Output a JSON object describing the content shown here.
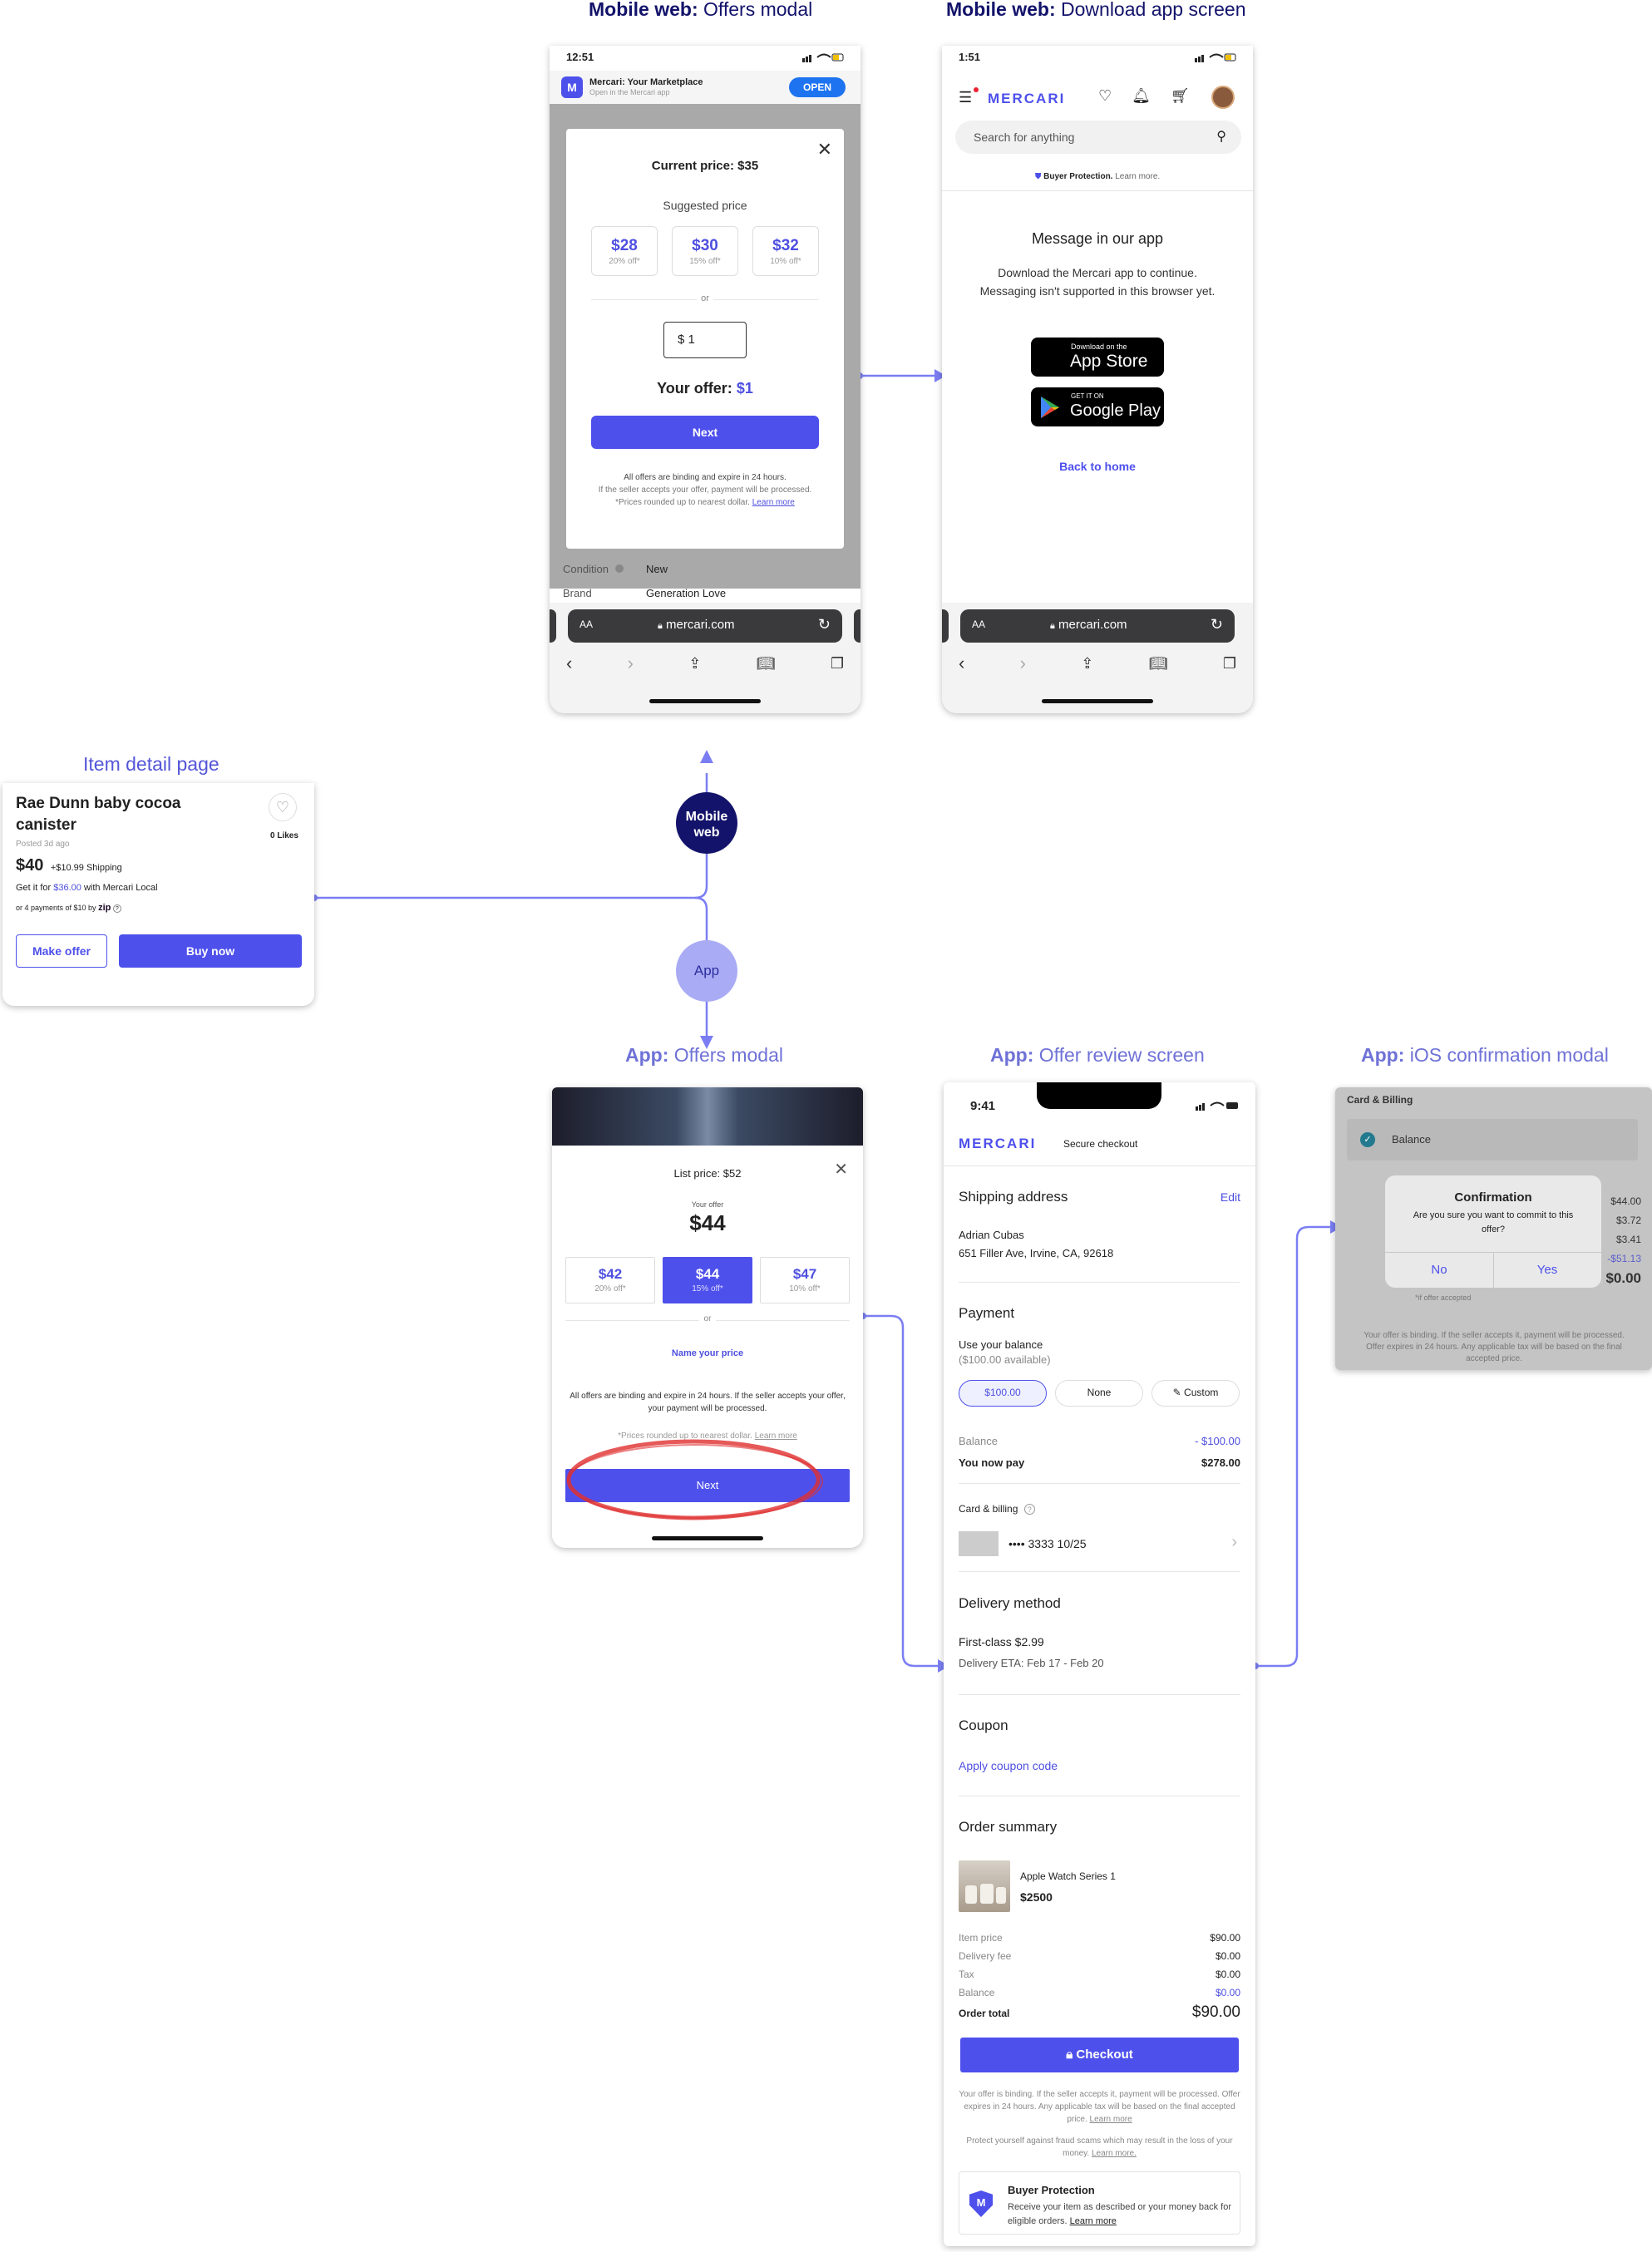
{
  "titles": {
    "mweb_offers": {
      "bold": "Mobile web:",
      "rest": " Offers modal"
    },
    "mweb_download": {
      "bold": "Mobile web:",
      "rest": " Download app screen"
    },
    "item_detail": "Item detail page",
    "app_offers": {
      "bold": "App:",
      "rest": " Offers modal"
    },
    "app_review": {
      "bold": "App:",
      "rest": " Offer review screen"
    },
    "app_confirm": {
      "bold": "App:",
      "rest": " iOS confirmation modal"
    }
  },
  "nodes": {
    "mobile_web_1": "Mobile",
    "mobile_web_2": "web",
    "app": "App"
  },
  "mweb_offers": {
    "time": "12:51",
    "banner_title": "Mercari: Your Marketplace",
    "banner_sub": "Open in the Mercari app",
    "banner_btn": "OPEN",
    "current_price": "Current price: $35",
    "suggested_label": "Suggested price",
    "options": [
      {
        "price": "$28",
        "off": "20% off*"
      },
      {
        "price": "$30",
        "off": "15% off*"
      },
      {
        "price": "$32",
        "off": "10% off*"
      }
    ],
    "or": "or",
    "dollar": "$",
    "input_value": "1",
    "your_offer_label": "Your offer:",
    "your_offer_value": "$1",
    "next": "Next",
    "disclaimer_1": "All offers are binding and expire in 24 hours.",
    "disclaimer_2": "If the seller accepts your offer, payment will be processed.",
    "disclaimer_3": "*Prices rounded up to nearest dollar.",
    "learn_more": "Learn more",
    "condition_label": "Condition",
    "condition_value": "New",
    "brand_label": "Brand",
    "brand_value": "Generation Love",
    "url_aa": "AA",
    "url": "mercari.com"
  },
  "mweb_download": {
    "time": "1:51",
    "logo": "MERCARI",
    "search_placeholder": "Search for anything",
    "buyer_protection": "Buyer Protection.",
    "learn_more": "Learn more.",
    "heading": "Message in our app",
    "body": "Download the Mercari app to continue. Messaging isn't supported in this browser yet.",
    "appstore_small": "Download on the",
    "appstore_big": "App Store",
    "gplay_small": "GET IT ON",
    "gplay_big": "Google Play",
    "back_home": "Back to home",
    "url_aa": "AA",
    "url": "mercari.com"
  },
  "item_detail": {
    "title": "Rae Dunn baby cocoa canister",
    "posted": "Posted 3d ago",
    "likes": "0 Likes",
    "price": "$40",
    "shipping": "+$10.99 Shipping",
    "local_pre": "Get it for",
    "local_price": "$36.00",
    "local_post": "with Mercari Local",
    "zip_text": "or 4 payments of $10 by",
    "zip_brand": "zip",
    "make_offer": "Make offer",
    "buy_now": "Buy now"
  },
  "app_offers": {
    "list_price": "List price: $52",
    "your_offer_label": "Your offer",
    "your_offer_value": "$44",
    "options": [
      {
        "price": "$42",
        "off": "20% off*"
      },
      {
        "price": "$44",
        "off": "15% off*"
      },
      {
        "price": "$47",
        "off": "10% off*"
      }
    ],
    "or": "or",
    "name_price": "Name your price",
    "disclaimer": "All offers are binding and expire in 24 hours. If the seller accepts your offer, your payment will be processed.",
    "rounded": "*Prices rounded up to nearest dollar.",
    "learn_more": "Learn more",
    "next": "Next"
  },
  "app_review": {
    "time": "9:41",
    "logo": "MERCARI",
    "secure": "Secure checkout",
    "shipping_heading": "Shipping address",
    "edit": "Edit",
    "name": "Adrian Cubas",
    "address": "651 Filler Ave, Irvine, CA, 92618",
    "payment_heading": "Payment",
    "use_balance": "Use your balance",
    "available": "($100.00 available)",
    "chips": [
      "$100.00",
      "None",
      "Custom"
    ],
    "balance_label": "Balance",
    "balance_value": "- $100.00",
    "now_pay_label": "You now pay",
    "now_pay_value": "$278.00",
    "card_label": "Card & billing",
    "card_value": "•••• 3333 10/25",
    "delivery_heading": "Delivery method",
    "delivery_name": "First-class $2.99",
    "delivery_eta": "Delivery ETA: Feb 17 - Feb 20",
    "coupon_heading": "Coupon",
    "coupon_link": "Apply coupon code",
    "summary_heading": "Order summary",
    "item_name": "Apple Watch Series 1",
    "item_price": "$2500",
    "lines": [
      {
        "label": "Item price",
        "value": "$90.00"
      },
      {
        "label": "Delivery fee",
        "value": "$0.00"
      },
      {
        "label": "Tax",
        "value": "$0.00"
      },
      {
        "label": "Balance",
        "value": "$0.00"
      }
    ],
    "total_label": "Order total",
    "total_value": "$90.00",
    "checkout": "Checkout",
    "binding": "Your offer is binding. If the seller accepts it, payment will be processed. Offer expires in 24 hours. Any applicable tax will be based on the final accepted price.",
    "binding_learn": "Learn more",
    "fraud": "Protect yourself against fraud scams which may result in the loss of your money.",
    "fraud_learn": "Learn more.",
    "bp_title": "Buyer Protection",
    "bp_body": "Receive your item as described or your money back for eligible orders.",
    "bp_learn": "Learn more"
  },
  "app_confirm": {
    "card_billing": "Card & Billing",
    "balance": "Balance",
    "modal_title": "Confirmation",
    "modal_body": "Are you sure you want to commit to this offer?",
    "no": "No",
    "yes": "Yes",
    "right_values": [
      "$44.00",
      "$3.72",
      "$3.41",
      "-$51.13",
      "$0.00"
    ],
    "if_accepted": "*if offer accepted",
    "footer": "Your offer is binding. If the seller accepts it, payment will be processed. Offer expires in 24 hours. Any applicable tax will be based on the final accepted price."
  },
  "colors": {
    "accent": "#4e50ec",
    "navy": "#13136b",
    "lavender": "#a9abf5",
    "annotation": "#e03030"
  }
}
